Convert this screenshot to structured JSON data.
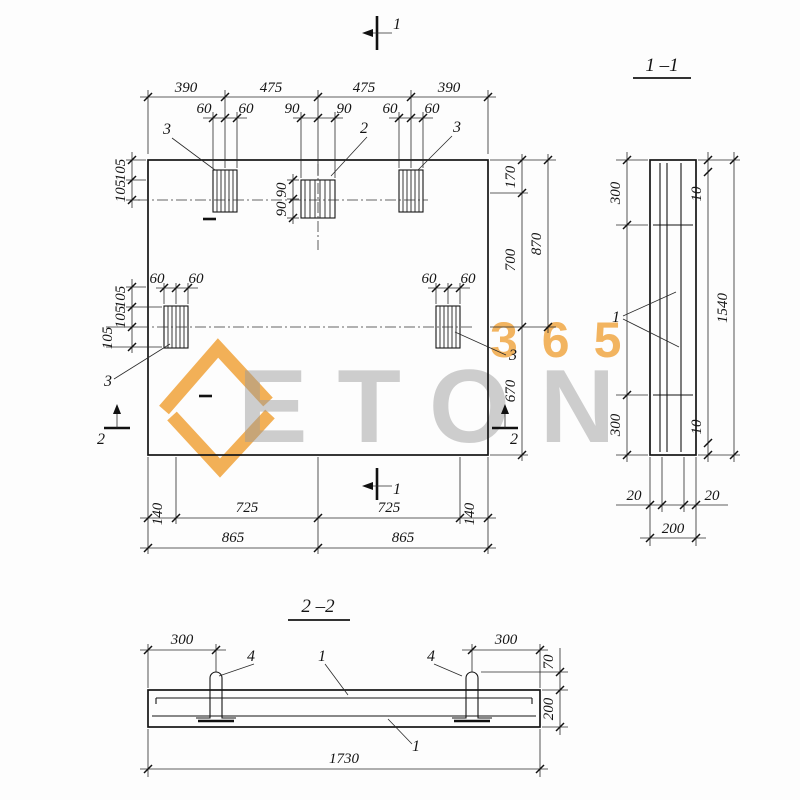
{
  "watermark": {
    "brand": "ETON",
    "badge": "365",
    "accent": "#f0a23a"
  },
  "plan": {
    "marker_top": "1",
    "marker_bottom": "1",
    "marker_left": "2",
    "marker_right": "2",
    "top_dims": [
      "390",
      "475",
      "475",
      "390"
    ],
    "anchor_top_dims": [
      "60",
      "60",
      "90",
      "90",
      "60",
      "60"
    ],
    "callout_top_left": "3",
    "callout_top_center": "2",
    "callout_top_right": "3",
    "callout_mid_left": "3",
    "callout_mid_right": "3",
    "left_top_dims": [
      "105",
      "105"
    ],
    "left_mid_dims": [
      "105",
      "105",
      "105"
    ],
    "center_vert_dims": [
      "90",
      "90"
    ],
    "mid_anchor_dims_left": [
      "60",
      "60"
    ],
    "mid_anchor_dims_right": [
      "60",
      "60"
    ],
    "right_dims": {
      "inner": [
        "170",
        "700",
        "670"
      ],
      "outer": "870"
    },
    "bottom_dims_row1": [
      "140",
      "725",
      "725",
      "140"
    ],
    "bottom_dims_row2": [
      "865",
      "865"
    ]
  },
  "section_1_1": {
    "title": "1 –1",
    "left_dims": [
      "300",
      "300"
    ],
    "right_dims": [
      "10",
      "1540",
      "10"
    ],
    "bottom_dims": [
      "20",
      "20",
      "200"
    ],
    "callout": "1"
  },
  "section_2_2": {
    "title": "2 –2",
    "top_dims": [
      "300",
      "300"
    ],
    "callout_loop_left": "4",
    "callout_bar_top": "1",
    "callout_loop_right": "4",
    "callout_bar_bottom": "1",
    "right_dims": [
      "70",
      "200"
    ],
    "bottom_dim": "1730"
  }
}
